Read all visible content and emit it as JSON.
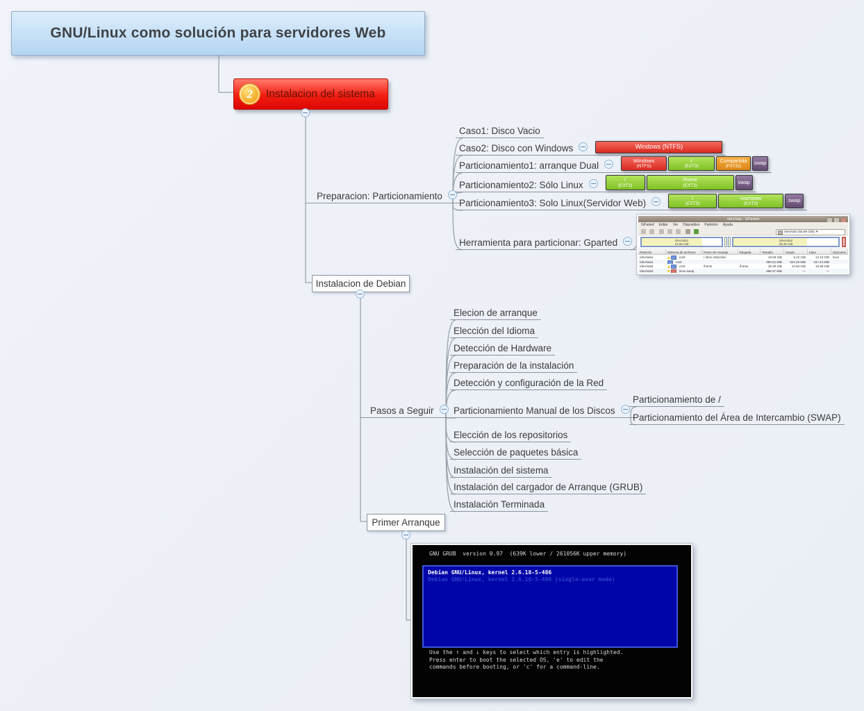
{
  "root": {
    "title": "GNU/Linux como solución para servidores Web"
  },
  "topic": {
    "badge": "2",
    "label": "Instalacion del sistema"
  },
  "prep": {
    "label": "Preparacion: Particionamiento",
    "caso1": "Caso1: Disco Vacio",
    "caso2": "Caso2: Disco con Windows",
    "part1": "Particionamiento1: arranque Dual",
    "part2": "Particionamiento2: Sólo Linux",
    "part3": "Particionamiento3: Solo Linux(Servidor Web)",
    "gparted": "Herramienta para particionar: Gparted"
  },
  "bars": {
    "caso2_label": "Windows (NTFS)",
    "part1": [
      {
        "top": "Windows",
        "bottom": "(NTFS)"
      },
      {
        "top": "/",
        "bottom": "(EXT3)"
      },
      {
        "top": "Compartida",
        "bottom": "(FAT32)"
      },
      {
        "top": "swap",
        "bottom": ""
      }
    ],
    "part2": [
      {
        "top": "/",
        "bottom": "(EXT3)"
      },
      {
        "top": "/home",
        "bottom": "(EXT3)"
      },
      {
        "top": "swap",
        "bottom": ""
      }
    ],
    "part3": [
      {
        "top": "/",
        "bottom": "(EXT3)"
      },
      {
        "top": "/var/www",
        "bottom": "(EXT3)"
      },
      {
        "top": "swap",
        "bottom": ""
      }
    ]
  },
  "gparted": {
    "title": "/dev/sda - GParted",
    "menu": [
      "GParted",
      "Editar",
      "Ver",
      "Dispositivo",
      "Partición",
      "Ayuda"
    ],
    "device": "/dev/sda (55.89 GiB)",
    "bar1_name": "/dev/sda1",
    "bar1_size": "18.58 GiB",
    "bar2_name": "/dev/sda2",
    "bar2_size": "35.39 GiB",
    "columns": [
      "Partición",
      "Sistema de archivos",
      "Punto de montaje",
      "Etiqueta",
      "Tamaño",
      "Usado",
      "Libre",
      "Opciones"
    ],
    "rows": [
      {
        "part": "/dev/sda1",
        "fs": "ext3",
        "mount": "/ /dev/.static/dev",
        "label": "",
        "size": "18.58 GiB",
        "used": "5.42 GiB",
        "free": "13.16 GiB",
        "flags": "boot"
      },
      {
        "part": "/dev/sda4",
        "fs": "ext3",
        "mount": "",
        "label": "",
        "size": "980.53 MiB",
        "used": "823.29 MiB",
        "free": "157.24 MiB",
        "flags": ""
      },
      {
        "part": "/dev/sda2",
        "fs": "ext3",
        "mount": "/home",
        "label": "/home",
        "size": "35.39 GiB",
        "used": "24.84 GiB",
        "free": "10.55 GiB",
        "flags": ""
      },
      {
        "part": "/dev/sda3",
        "fs": "linux-swap",
        "mount": "",
        "label": "",
        "size": "988.37 MiB",
        "used": "—",
        "free": "—",
        "flags": ""
      }
    ]
  },
  "debian": {
    "label": "Instalacion de Debian"
  },
  "pasos": {
    "label": "Pasos a Seguir",
    "items": [
      "Elecion de arranque",
      "Elección del Idioma",
      "Detección de Hardware",
      "Preparación de la instalación",
      "Detección y configuración de la Red",
      "Particionamiento Manual de los Discos",
      "Elección de los repositorios",
      "Selección de paquetes básica",
      "Instalación del sistema",
      "Instalación del cargador de Arranque (GRUB)",
      "Instalación Terminada"
    ],
    "sub": [
      "Particionamiento de /",
      "Particionamiento del Área de Intercambio (SWAP)"
    ]
  },
  "primer": {
    "label": "Primer Arranque"
  },
  "grub": {
    "header": "GNU GRUB  version 0.97  (639K lower / 261056K upper memory)",
    "entry1": "Debian GNU/Linux, kernel 2.6.18-5-486",
    "entry2": "Debian GNU/Linux, kernel 2.6.18-5-486 (single-user mode)",
    "help1": "Use the ↑ and ↓ keys to select which entry is highlighted.",
    "help2": "Press enter to boot the selected OS, 'e' to edit the",
    "help3": "commands before booting, or 'c' for a command-line."
  }
}
